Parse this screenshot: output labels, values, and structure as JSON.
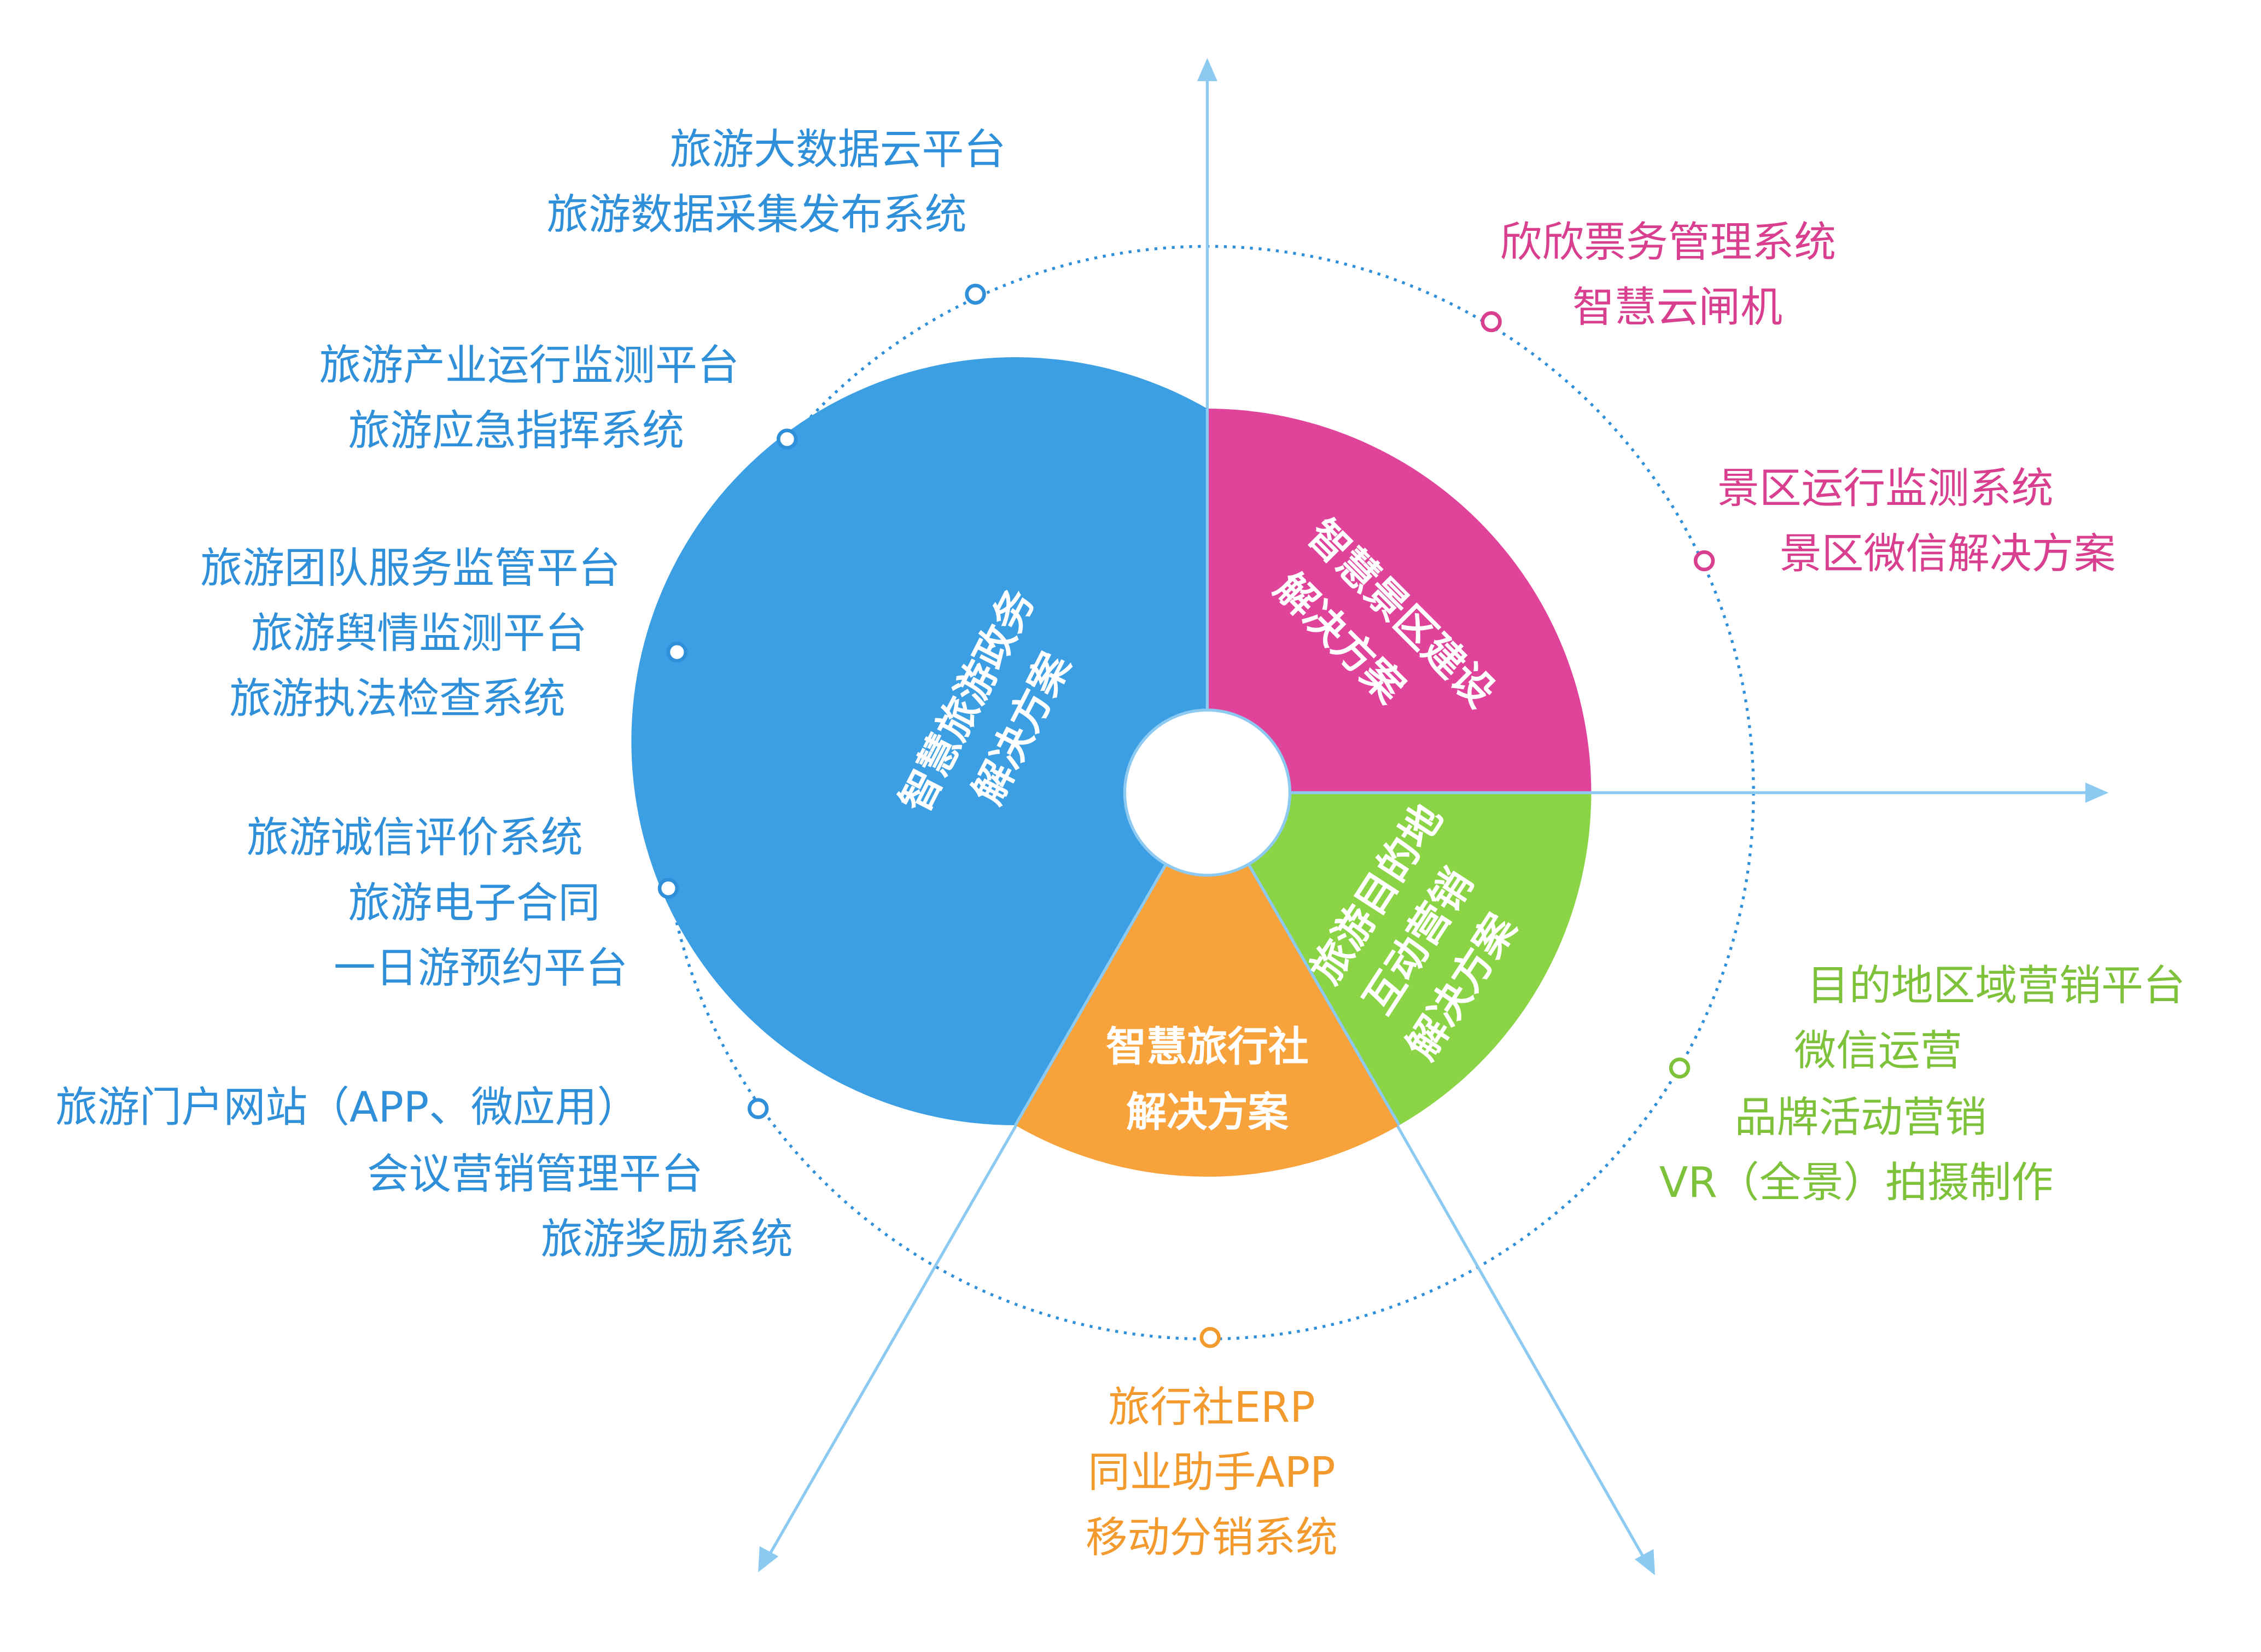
{
  "colors": {
    "blue": "#3d9fe3",
    "pink": "#e0449a",
    "green": "#8ad445",
    "orange": "#f7a23a",
    "axis": "#8ccaf2"
  },
  "sectors": {
    "blue": [
      "智慧旅游政务",
      "解决方案"
    ],
    "pink": [
      "智慧景区建设",
      "解决方案"
    ],
    "green": [
      "旅游目的地",
      "互动营销",
      "解决方案"
    ],
    "orange": [
      "智慧旅行社",
      "解决方案"
    ]
  },
  "labels": {
    "blue_1": [
      "旅游大数据云平台",
      "旅游数据采集发布系统"
    ],
    "blue_2": [
      "旅游产业运行监测平台",
      "旅游应急指挥系统"
    ],
    "blue_3": [
      "旅游团队服务监管平台",
      "旅游舆情监测平台",
      "旅游执法检查系统"
    ],
    "blue_4": [
      "旅游诚信评价系统",
      "旅游电子合同",
      "一日游预约平台"
    ],
    "blue_5": [
      "旅游门户网站（APP、微应用）",
      "会议营销管理平台",
      "旅游奖励系统"
    ],
    "orange_1": [
      "旅行社ERP",
      "同业助手APP",
      "移动分销系统"
    ],
    "green_1": [
      "目的地区域营销平台",
      "微信运营",
      "品牌活动营销",
      "VR（全景）拍摄制作"
    ],
    "pink_1": [
      "欣欣票务管理系统",
      "智慧云闸机"
    ],
    "pink_2": [
      "景区运行监测系统",
      "景区微信解决方案"
    ]
  }
}
